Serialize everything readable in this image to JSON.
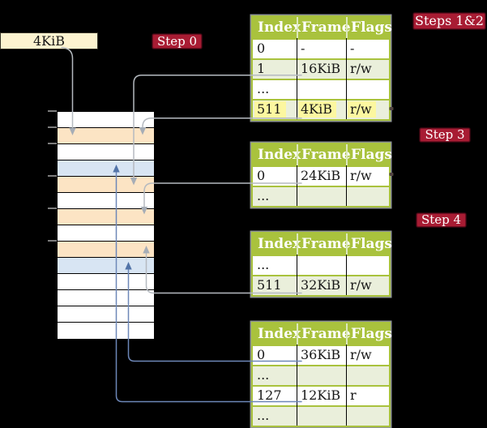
{
  "colors": {
    "green": "#a9c23d",
    "rowgreen": "#eaefdb",
    "red": "#a81c33",
    "peach": "#fce4c4",
    "blueframe": "#d8e5f3",
    "cream": "#fdf3d0",
    "yellow": "#fcf7a0",
    "grayline": "#b5bac0",
    "grayarrow": "#a6adb6",
    "blueline": "#6d87b8",
    "bluearrow": "#5274a8"
  },
  "frame_label": "4KiB",
  "badges": {
    "step0": "Step 0",
    "steps12": "Steps 1&2",
    "step3": "Step 3",
    "step4": "Step 4"
  },
  "page_tables": [
    {
      "headers": [
        "Index",
        "Frame",
        "Flags"
      ],
      "rows": [
        {
          "index": "0",
          "frame": "-",
          "flags": "-",
          "shade": "white",
          "highlight": false
        },
        {
          "index": "1",
          "frame": "16KiB",
          "flags": "r/w",
          "shade": "green",
          "highlight": false
        },
        {
          "index": "...",
          "frame": "",
          "flags": "",
          "shade": "white",
          "highlight": false
        },
        {
          "index": "511",
          "frame": "4KiB",
          "flags": "r/w",
          "shade": "green",
          "highlight": true
        }
      ]
    },
    {
      "headers": [
        "Index",
        "Frame",
        "Flags"
      ],
      "rows": [
        {
          "index": "0",
          "frame": "24KiB",
          "flags": "r/w",
          "shade": "white",
          "highlight": false
        },
        {
          "index": "...",
          "frame": "",
          "flags": "",
          "shade": "green",
          "highlight": false
        }
      ]
    },
    {
      "headers": [
        "Index",
        "Frame",
        "Flags"
      ],
      "rows": [
        {
          "index": "...",
          "frame": "",
          "flags": "",
          "shade": "white",
          "highlight": false
        },
        {
          "index": "511",
          "frame": "32KiB",
          "flags": "r/w",
          "shade": "green",
          "highlight": false
        }
      ]
    },
    {
      "headers": [
        "Index",
        "Frame",
        "Flags"
      ],
      "rows": [
        {
          "index": "0",
          "frame": "36KiB",
          "flags": "r/w",
          "shade": "white",
          "highlight": false
        },
        {
          "index": "...",
          "frame": "",
          "flags": "",
          "shade": "green",
          "highlight": false
        },
        {
          "index": "127",
          "frame": "12KiB",
          "flags": "r",
          "shade": "white",
          "highlight": false
        },
        {
          "index": "...",
          "frame": "",
          "flags": "",
          "shade": "green",
          "highlight": false
        }
      ]
    }
  ],
  "memory_stack": {
    "rows": [
      {
        "fill": "white"
      },
      {
        "fill": "peach"
      },
      {
        "fill": "white"
      },
      {
        "fill": "blue"
      },
      {
        "fill": "peach"
      },
      {
        "fill": "white"
      },
      {
        "fill": "peach"
      },
      {
        "fill": "white"
      },
      {
        "fill": "peach"
      },
      {
        "fill": "blue"
      },
      {
        "fill": "white"
      },
      {
        "fill": "white"
      },
      {
        "fill": "white"
      },
      {
        "fill": "white"
      }
    ],
    "ticks_y": [
      137,
      157,
      177,
      217,
      257,
      297
    ]
  },
  "connections": [
    {
      "from": "frame-size-label",
      "to": "frame at 4KiB",
      "color": "gray"
    },
    {
      "from": "table1 entry 1 (16KiB)",
      "to": "frame at 16KiB",
      "color": "gray"
    },
    {
      "from": "table1 entry 511 (4KiB)",
      "to": "frame at 4KiB",
      "color": "gray"
    },
    {
      "from": "table2 entry 0 (24KiB)",
      "to": "frame at 24KiB",
      "color": "gray"
    },
    {
      "from": "table3 entry 511 (32KiB)",
      "to": "frame at 32KiB",
      "color": "gray"
    },
    {
      "from": "table4 entry 0 (36KiB)",
      "to": "frame at 36KiB",
      "color": "blue"
    },
    {
      "from": "table4 entry 127 (12KiB)",
      "to": "frame at 12KiB",
      "color": "blue"
    }
  ]
}
